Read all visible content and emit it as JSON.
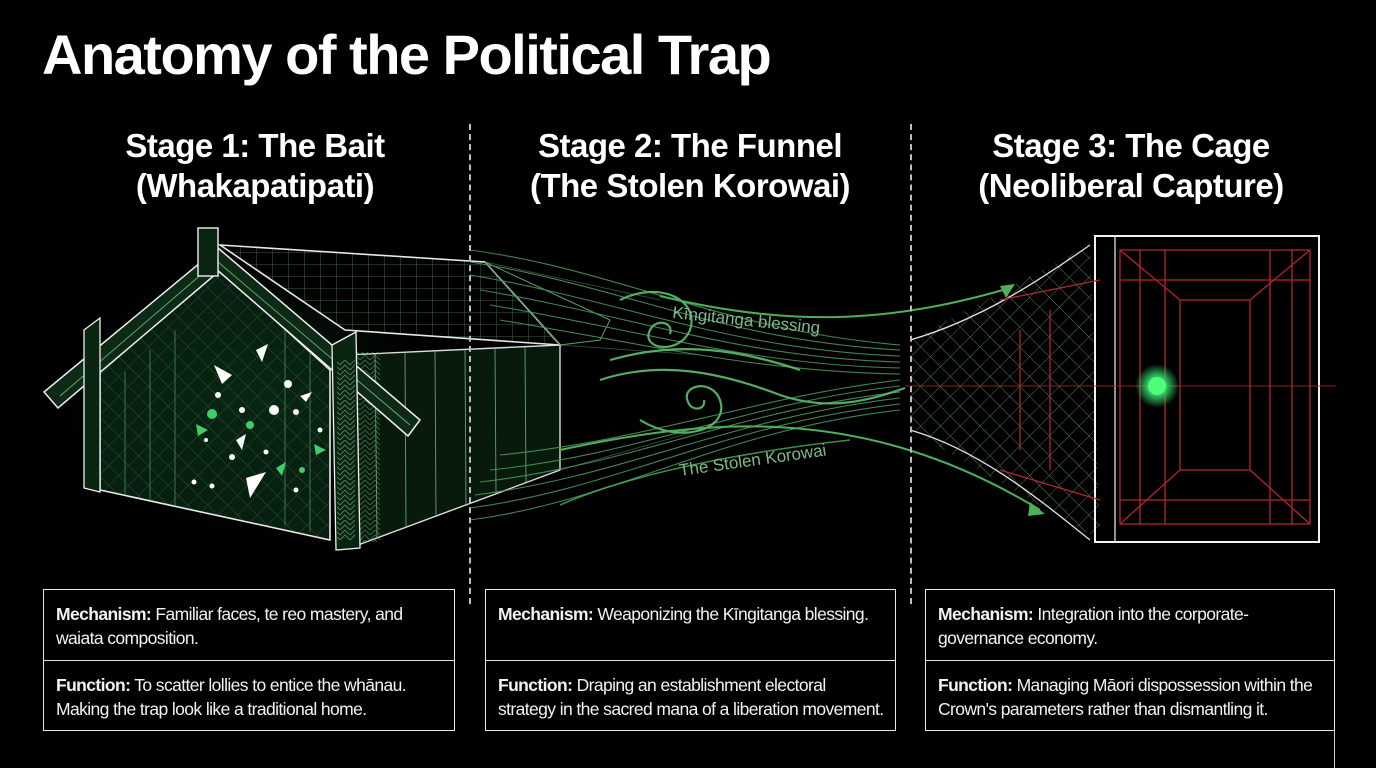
{
  "title": "Anatomy of the Political Trap",
  "stages": [
    {
      "heading_line1": "Stage 1: The Bait",
      "heading_line2": "(Whakapatipati)",
      "mechanism_label": "Mechanism:",
      "mechanism_text": "Familiar faces, te reo mastery, and waiata composition.",
      "function_label": "Function:",
      "function_text": "To scatter lollies to entice the whānau. Making the trap look like a traditional home."
    },
    {
      "heading_line1": "Stage 2: The Funnel",
      "heading_line2": "(The Stolen Korowai)",
      "mechanism_label": "Mechanism:",
      "mechanism_text": "Weaponizing the Kīngitanga blessing.",
      "function_label": "Function:",
      "function_text": "Draping an establishment electoral strategy in the sacred mana of a liberation movement."
    },
    {
      "heading_line1": "Stage 3: The Cage",
      "heading_line2": "(Neoliberal Capture)",
      "mechanism_label": "Mechanism:",
      "mechanism_text": "Integration into the corporate-governance economy.",
      "function_label": "Function:",
      "function_text": "Managing Māori dispossession within the Crown's parameters rather than dismantling it."
    }
  ],
  "illustration_labels": {
    "upper_stream": "Kīngitanga blessing",
    "lower_stream": "The Stolen Korowai"
  },
  "colors": {
    "background": "#000000",
    "text": "#ffffff",
    "accent_green": "#4caf5a",
    "cage_red": "#b3262b",
    "glow_green": "#35d46a"
  }
}
